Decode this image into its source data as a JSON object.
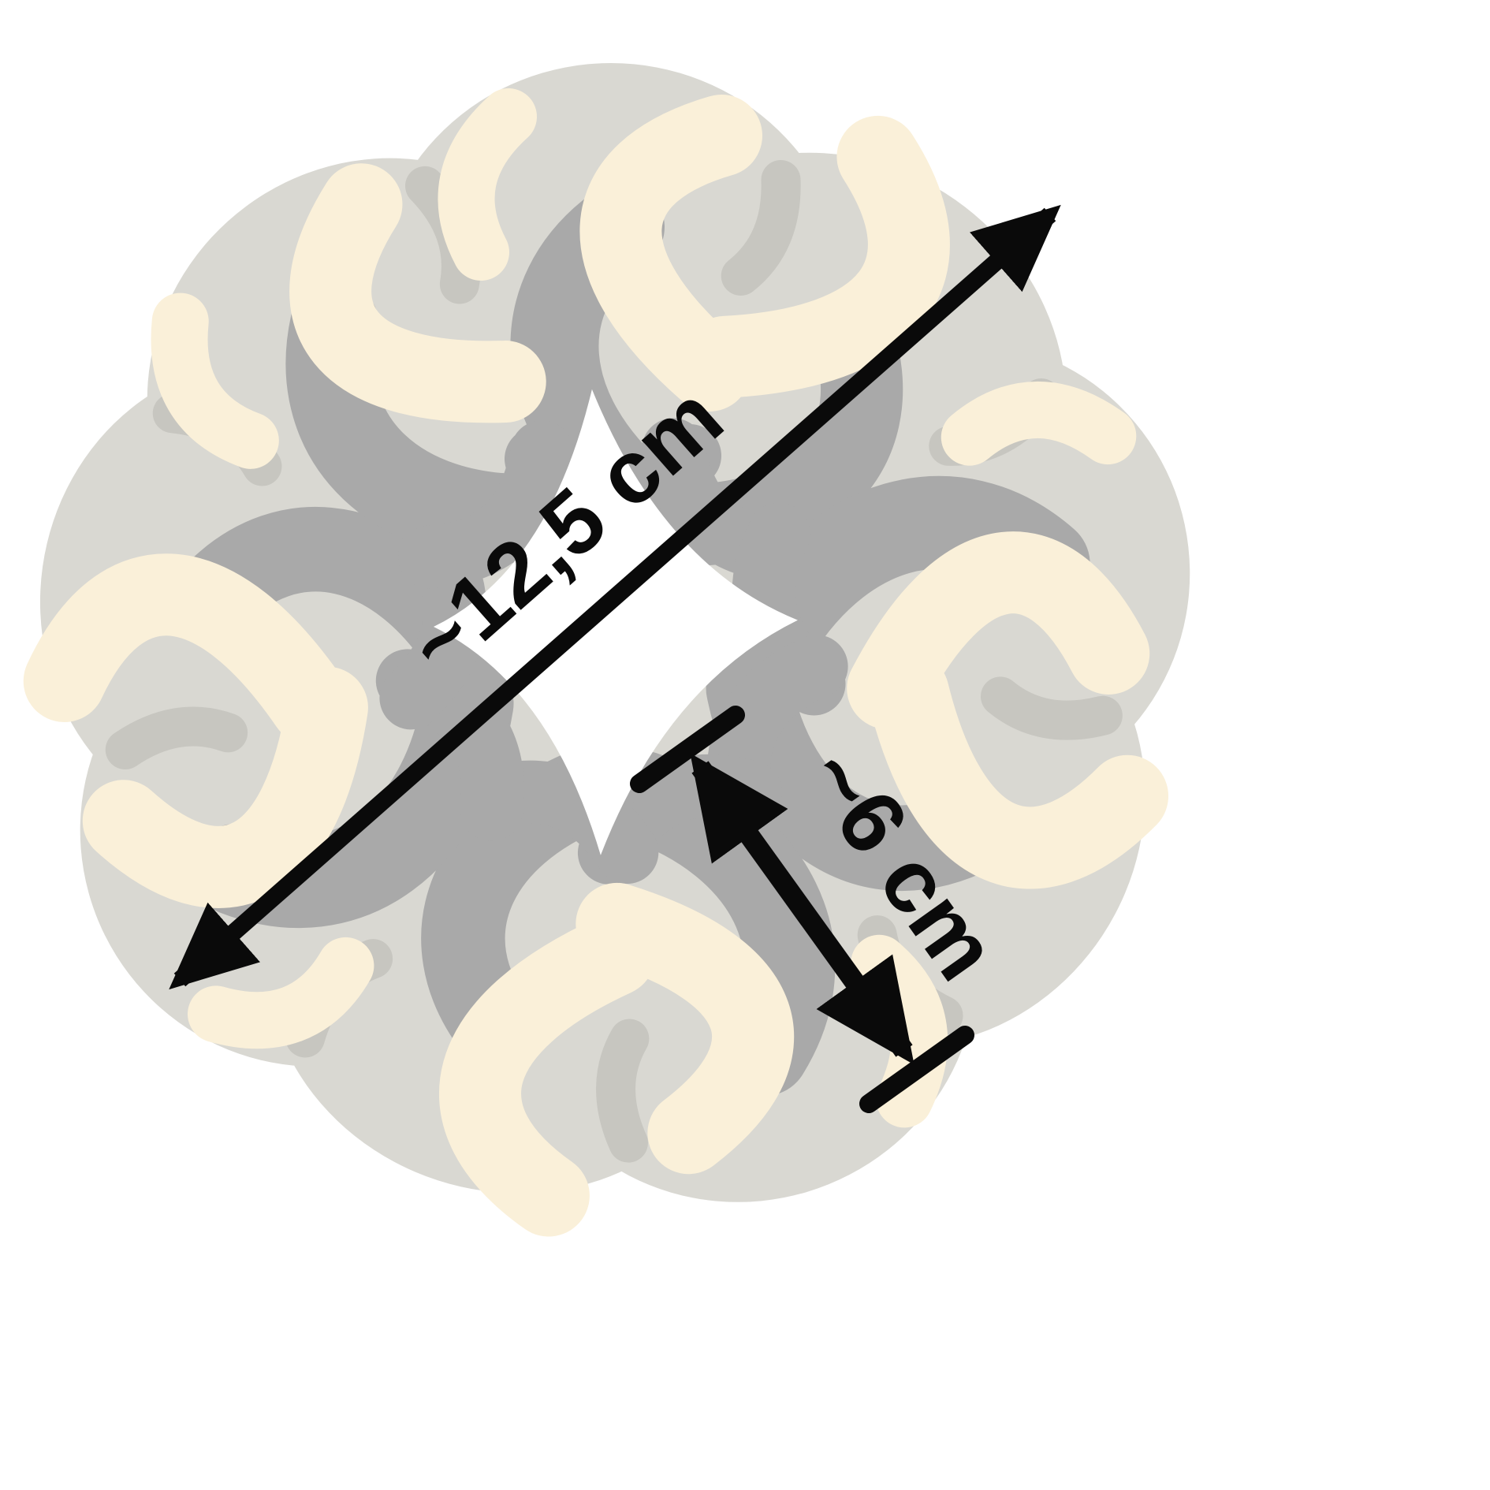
{
  "diagram": {
    "description": "Top view illustration of a scrunchie hair tie with two dimension arrows",
    "labels": {
      "diameter": "~12,5 cm",
      "band_width": "~6 cm"
    },
    "colors": {
      "base": "#d9d8d2",
      "shadow": "#a9a9a9",
      "highlight": "#faf0d9",
      "crease": "#c7c6c0",
      "hole": "#ffffff",
      "ink": "#0a0a0a"
    }
  }
}
